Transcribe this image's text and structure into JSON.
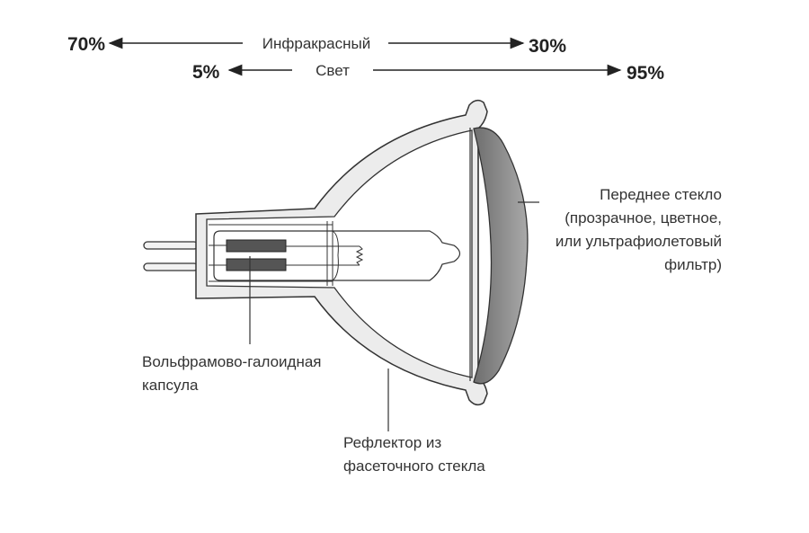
{
  "infrared": {
    "label": "Инфракрасный",
    "back_percent": "70%",
    "front_percent": "30%"
  },
  "light": {
    "label": "Свет",
    "back_percent": "5%",
    "front_percent": "95%"
  },
  "labels": {
    "front_glass": [
      "Переднее стекло",
      "(прозрачное, цветное,",
      "или ультрафиолетовый",
      "фильтр)"
    ],
    "capsule": [
      "Вольфрамово-галоидная",
      "капсула"
    ],
    "reflector": [
      "Рефлектор из",
      "фасеточного стекла"
    ]
  }
}
